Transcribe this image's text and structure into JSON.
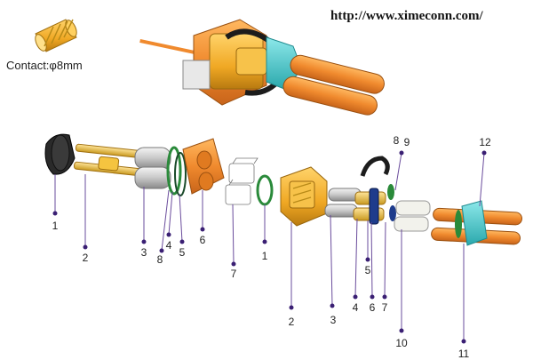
{
  "header": {
    "url": "http://www.ximeconn.com/"
  },
  "contact": {
    "label": "Contact:φ8mm"
  },
  "callouts": [
    "1",
    "2",
    "3",
    "8",
    "4",
    "5",
    "6",
    "7",
    "1",
    "2",
    "3",
    "4",
    "6",
    "7",
    "5",
    "8",
    "9",
    "10",
    "11",
    "12"
  ],
  "colors": {
    "housing": "#f0a824",
    "cable": "#f08a2e",
    "teal": "#3cc4c8",
    "leader": "#6a4c9c",
    "dot": "#3a1f73"
  }
}
